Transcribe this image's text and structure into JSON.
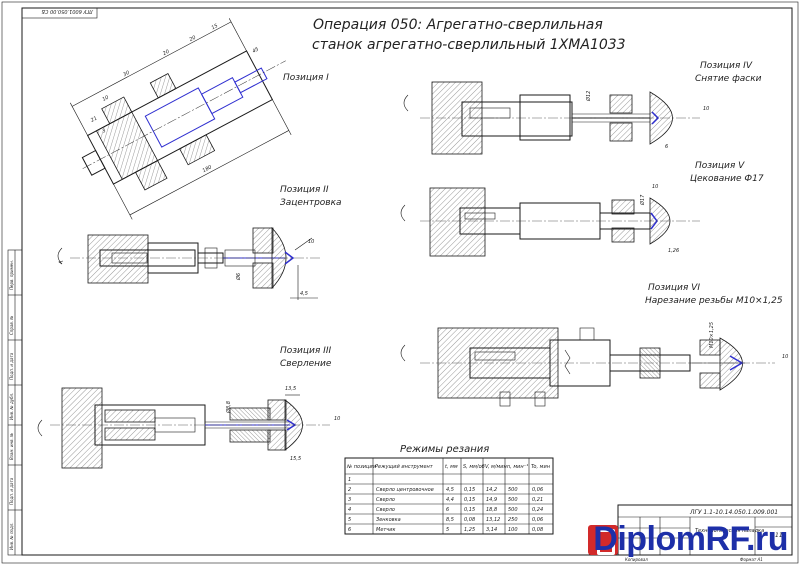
{
  "title_line1": "Операция 050: Агрегатно-сверлильная",
  "title_line2": "станок агрегатно-сверлильный 1ХМА1033",
  "stamp_top": "ЛГУ 6001.050.00 СБ",
  "positions": {
    "p1": "Позиция I",
    "p2_line1": "Позиция II",
    "p2_line2": "Зацентровка",
    "p3_line1": "Позиция III",
    "p3_line2": "Сверление",
    "p4_line1": "Позиция IV",
    "p4_line2": "Снятие фаски",
    "p5_line1": "Позиция V",
    "p5_line2": "Цекование Ф17",
    "p6_line1": "Позиция VI",
    "p6_line2": "Нарезание резьбы М10×1,25"
  },
  "dims": {
    "d1": "45",
    "d2": "10",
    "d3": "15",
    "d4": "20",
    "d5": "20",
    "d6": "30",
    "d7": "21",
    "d8": "3",
    "d9": "2",
    "d10": "180",
    "p2_a": "Ø6",
    "p2_b": "4,5",
    "p2_c": "Ra",
    "p3_a": "Ø8,8",
    "p3_b": "13,5",
    "p3_c": "15,5",
    "p4_a": "Ø12",
    "p4_b": "6",
    "p5_a": "Ø17",
    "p5_b": "1,26",
    "p6_a": "М10×1,25",
    "rough": "10"
  },
  "cutting_table": {
    "title": "Режимы резания",
    "headers": [
      "№ позиции",
      "Режущий инструмент",
      "t, мм",
      "S, мм/об",
      "V, м/мин",
      "n, мин⁻¹",
      "To, мин"
    ],
    "rows": [
      [
        "1",
        "",
        "",
        "",
        "",
        "",
        ""
      ],
      [
        "2",
        "Сверло центровочное",
        "4,5",
        "0,15",
        "14,2",
        "500",
        "0,06"
      ],
      [
        "3",
        "Сверло",
        "4,4",
        "0,15",
        "14,9",
        "500",
        "0,21"
      ],
      [
        "4",
        "Сверло",
        "6",
        "0,15",
        "18,8",
        "500",
        "0,24"
      ],
      [
        "5",
        "Зенковка",
        "8,5",
        "0,08",
        "13,12",
        "250",
        "0,06"
      ],
      [
        "6",
        "Метчик",
        "5",
        "1,25",
        "3,14",
        "100",
        "0,08"
      ]
    ]
  },
  "title_block": {
    "code": "ЛГУ 1.1-10.14.050.1.009.001",
    "name": "Технологическая наладка",
    "sheet": "11",
    "footer_left": "Копировал",
    "footer_right": "Формат А1"
  },
  "side_labels": [
    "Перв. примен.",
    "Справ. №",
    "Подп. и дата",
    "Инв. № дубл.",
    "Взам. инв. №",
    "Подп. и дата",
    "Инв. № подл."
  ],
  "watermark": {
    "main": "Diplom",
    "suffix": "RF.ru"
  }
}
